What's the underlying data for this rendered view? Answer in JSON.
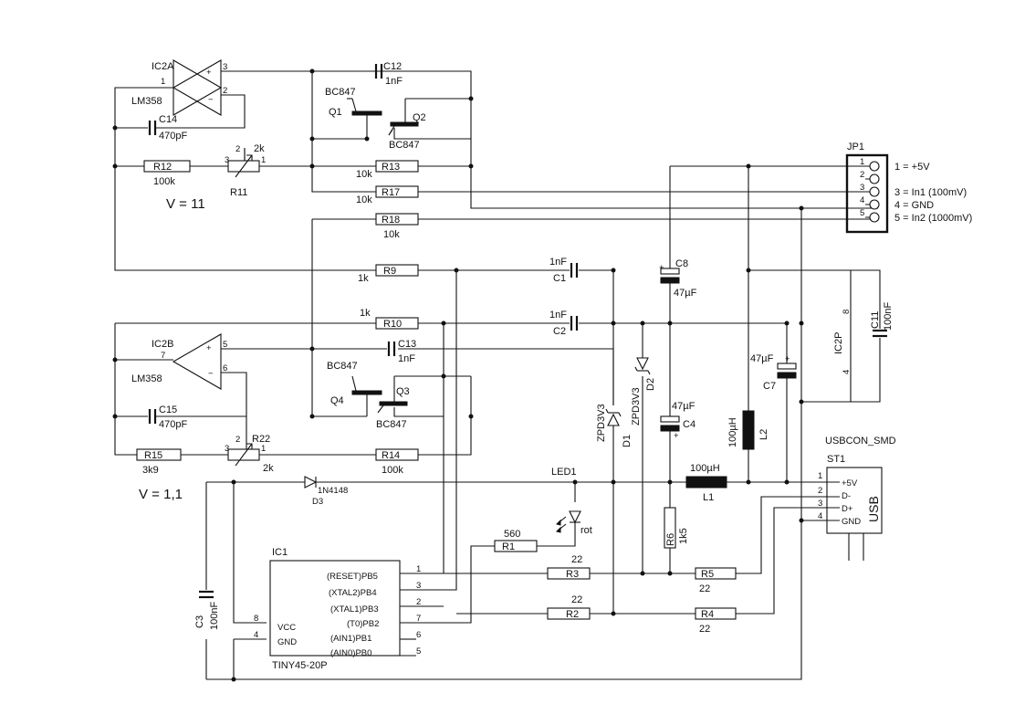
{
  "labels": {
    "ic2a": "IC2A",
    "ic2a_type": "LM358",
    "ic2a_p1": "1",
    "ic2a_p2": "2",
    "ic2a_p3": "3",
    "ic2b": "IC2B",
    "ic2b_type": "LM358",
    "ic2b_p5": "5",
    "ic2b_p6": "6",
    "ic2b_p7": "7",
    "c12": "C12",
    "c12_val": "1nF",
    "c13": "C13",
    "c13_val": "1nF",
    "c14": "C14",
    "c14_val": "470pF",
    "c15": "C15",
    "c15_val": "470pF",
    "q1": "Q1",
    "q1_type": "BC847",
    "q2": "Q2",
    "q2_type": "BC847",
    "q3": "Q3",
    "q3_type": "BC847",
    "q4": "Q4",
    "q4_type": "BC847",
    "r12": "R12",
    "r12_val": "100k",
    "r11": "R11",
    "r11_val": "2k",
    "r11_p1": "1",
    "r11_p2": "2",
    "r11_p3": "3",
    "r13": "R13",
    "r13_val": "10k",
    "r17": "R17",
    "r17_val": "10k",
    "r18": "R18",
    "r18_val": "10k",
    "gain1": "V = 11",
    "r9": "R9",
    "r9_val": "1k",
    "r10": "R10",
    "r10_val": "1k",
    "c1": "C1",
    "c1_val": "1nF",
    "c2": "C2",
    "c2_val": "1nF",
    "r15": "R15",
    "r15_val": "3k9",
    "r22": "R22",
    "r22_val": "2k",
    "r22_p1": "1",
    "r22_p2": "2",
    "r22_p3": "3",
    "r14": "R14",
    "r14_val": "100k",
    "gain2": "V = 1,1",
    "d3": "D3",
    "d3_type": "1N4148",
    "d1": "D1",
    "d1_type": "ZPD3V3",
    "d2": "D2",
    "d2_type": "ZPD3V3",
    "c8": "C8",
    "c8_val": "47µF",
    "c4": "C4",
    "c4_val": "47µF",
    "c7": "C7",
    "c7_val": "47µF",
    "c11": "C11",
    "c11_val": "100nF",
    "ic2p": "IC2P",
    "ic2p_p8": "8",
    "ic2p_p4": "4",
    "l2": "L2",
    "l2_val": "100µH",
    "l1": "L1",
    "l1_val": "100µH",
    "led1": "LED1",
    "led1_color": "rot",
    "r1": "R1",
    "r1_val": "560",
    "r3": "R3",
    "r3_val": "22",
    "r2": "R2",
    "r2_val": "22",
    "r5": "R5",
    "r5_val": "22",
    "r4": "R4",
    "r4_val": "22",
    "r6": "R6",
    "r6_val": "1k5",
    "ic1": "IC1",
    "ic1_type": "TINY45-20P",
    "ic1_pb5": "(RESET)PB5",
    "ic1_pb4": "(XTAL2)PB4",
    "ic1_pb3": "(XTAL1)PB3",
    "ic1_pb2": "(T0)PB2",
    "ic1_pb1": "(AIN1)PB1",
    "ic1_pb0": "(AIN0)PB0",
    "ic1_vcc": "VCC",
    "ic1_gnd": "GND",
    "ic1_n1": "1",
    "ic1_n3": "3",
    "ic1_n2": "2",
    "ic1_n7": "7",
    "ic1_n6": "6",
    "ic1_n5": "5",
    "ic1_n8": "8",
    "ic1_n4": "4",
    "c3": "C3",
    "c3_val": "100nF",
    "jp1": "JP1",
    "jp1_n1": "1",
    "jp1_n2": "2",
    "jp1_n3": "3",
    "jp1_n4": "4",
    "jp1_n5": "5",
    "jp1_l1": "1 = +5V",
    "jp1_l3": "3 = In1 (100mV)",
    "jp1_l4": "4 = GND",
    "jp1_l5": "5 = In2 (1000mV)",
    "usbcon": "USBCON_SMD",
    "st1": "ST1",
    "usb": "USB",
    "st1_n1": "1",
    "st1_n2": "2",
    "st1_n3": "3",
    "st1_n4": "4",
    "st1_5v": "+5V",
    "st1_dm": "D-",
    "st1_dp": "D+",
    "st1_gnd": "GND"
  }
}
